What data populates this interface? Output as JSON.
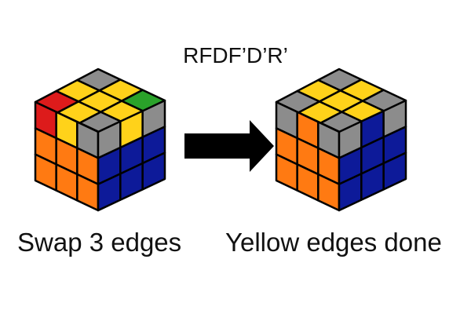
{
  "algorithm": "RFDF’D’R’",
  "colors": {
    "gray": "#8c8c8c",
    "yellow": "#ffd21a",
    "green": "#2aa22a",
    "red": "#dd1b1b",
    "orange": "#ff7a12",
    "blue": "#0d1a99",
    "arrow": "#000000"
  },
  "cubes": [
    {
      "caption": "Swap 3 edges",
      "top": [
        [
          "gray",
          "yellow",
          "green"
        ],
        [
          "yellow",
          "yellow",
          "yellow"
        ],
        [
          "red",
          "yellow",
          "gray"
        ]
      ],
      "left": [
        [
          "red",
          "yellow",
          "gray"
        ],
        [
          "orange",
          "orange",
          "orange"
        ],
        [
          "orange",
          "orange",
          "orange"
        ]
      ],
      "right": [
        [
          "gray",
          "yellow",
          "gray"
        ],
        [
          "blue",
          "blue",
          "blue"
        ],
        [
          "blue",
          "blue",
          "blue"
        ]
      ]
    },
    {
      "caption": "Yellow edges done",
      "top": [
        [
          "gray",
          "yellow",
          "gray"
        ],
        [
          "yellow",
          "yellow",
          "yellow"
        ],
        [
          "gray",
          "yellow",
          "gray"
        ]
      ],
      "left": [
        [
          "gray",
          "orange",
          "gray"
        ],
        [
          "orange",
          "orange",
          "orange"
        ],
        [
          "orange",
          "orange",
          "orange"
        ]
      ],
      "right": [
        [
          "gray",
          "blue",
          "gray"
        ],
        [
          "blue",
          "blue",
          "blue"
        ],
        [
          "blue",
          "blue",
          "blue"
        ]
      ]
    }
  ]
}
